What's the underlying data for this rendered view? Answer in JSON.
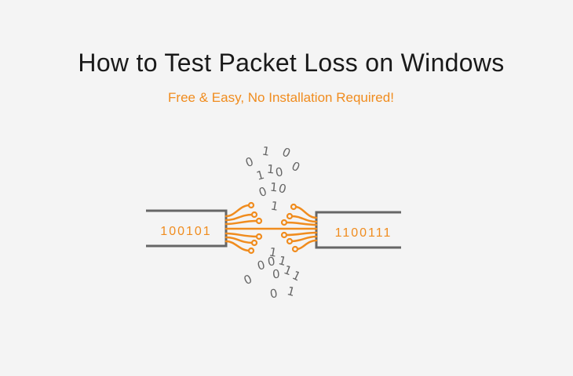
{
  "title": "How to Test Packet Loss on Windows",
  "subtitle": "Free & Easy, No Installation Required!",
  "illustration": {
    "left_binary": "100101",
    "right_binary": "1100111",
    "floating_bits_top": [
      "0",
      "1",
      "0",
      "1",
      "1",
      "0",
      "0",
      "0",
      "1",
      "0",
      "1"
    ],
    "floating_bits_bottom": [
      "1",
      "0",
      "0",
      "1",
      "0",
      "0",
      "1",
      "1",
      "0",
      "1"
    ]
  },
  "colors": {
    "accent": "#f08c1e",
    "gray": "#666666",
    "text": "#1a1a1a",
    "background": "#f4f4f4"
  }
}
